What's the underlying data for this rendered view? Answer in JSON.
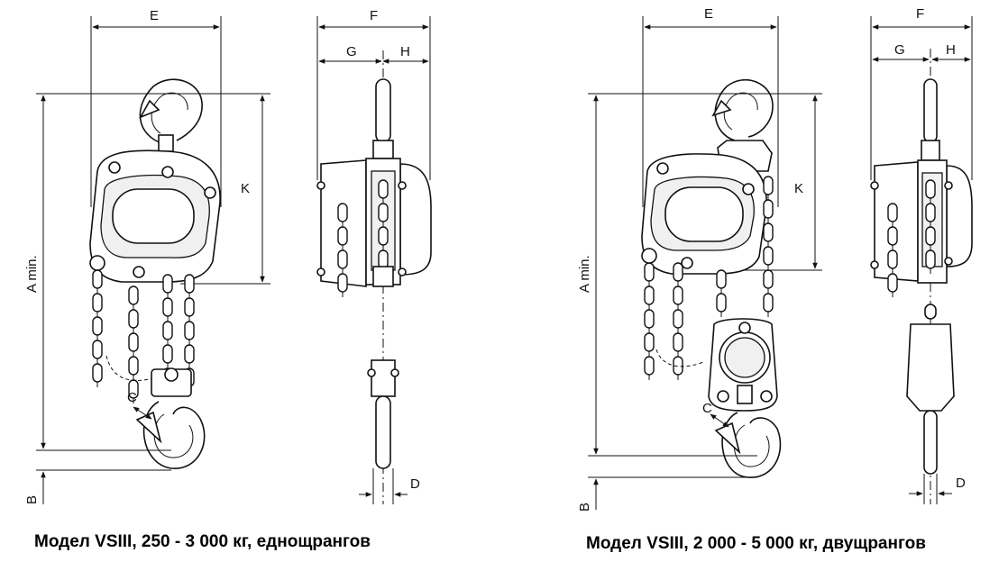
{
  "left": {
    "caption": "Модел VSIII, 250 - 3 000 кг, еднощрангов",
    "labels": {
      "E": "E",
      "F": "F",
      "G": "G",
      "H": "H",
      "K": "K",
      "A": "A min.",
      "B": "B",
      "C": "C",
      "D": "D"
    }
  },
  "right": {
    "caption": "Модел VSIII, 2 000 - 5 000 кг, двущрангов",
    "labels": {
      "E": "E",
      "F": "F",
      "G": "G",
      "H": "H",
      "K": "K",
      "A": "A min.",
      "B": "B",
      "C": "C",
      "D": "D"
    }
  }
}
